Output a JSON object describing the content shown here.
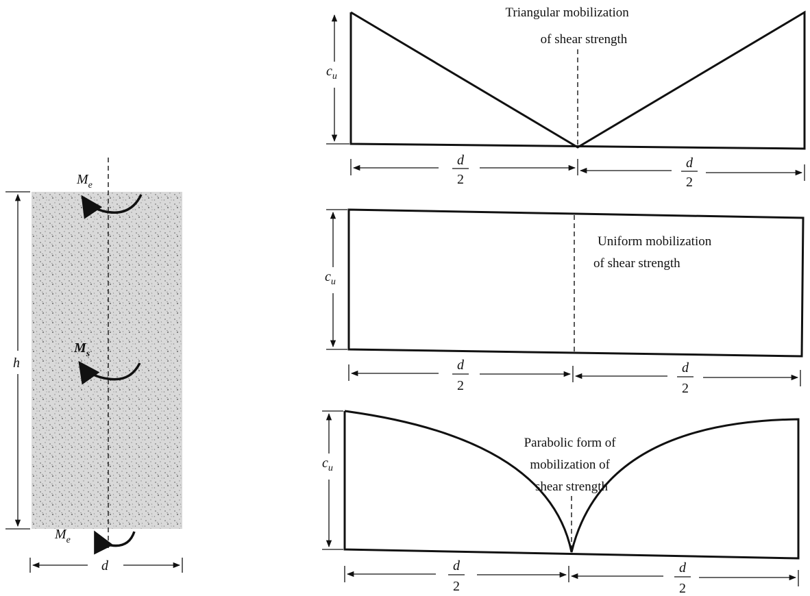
{
  "specimen": {
    "moment_end_top": "M",
    "moment_end_top_sub": "e",
    "moment_side": "M",
    "moment_side_sub": "s",
    "moment_end_bottom": "M",
    "moment_end_bottom_sub": "e",
    "height_label": "h",
    "diameter_label": "d"
  },
  "panels": [
    {
      "name": "triangular",
      "caption_lines": [
        "Triangular mobilization",
        "of shear strength"
      ],
      "cu_main": "c",
      "cu_sub": "u",
      "half_numerator": "d",
      "half_denominator": "2"
    },
    {
      "name": "uniform",
      "caption_lines": [
        "Uniform mobilization",
        "of shear strength"
      ],
      "cu_main": "c",
      "cu_sub": "u",
      "half_numerator": "d",
      "half_denominator": "2"
    },
    {
      "name": "parabolic",
      "caption_lines": [
        "Parabolic form of",
        "mobilization of",
        "shear strength"
      ],
      "cu_main": "c",
      "cu_sub": "u",
      "half_numerator": "d",
      "half_denominator": "2"
    }
  ]
}
